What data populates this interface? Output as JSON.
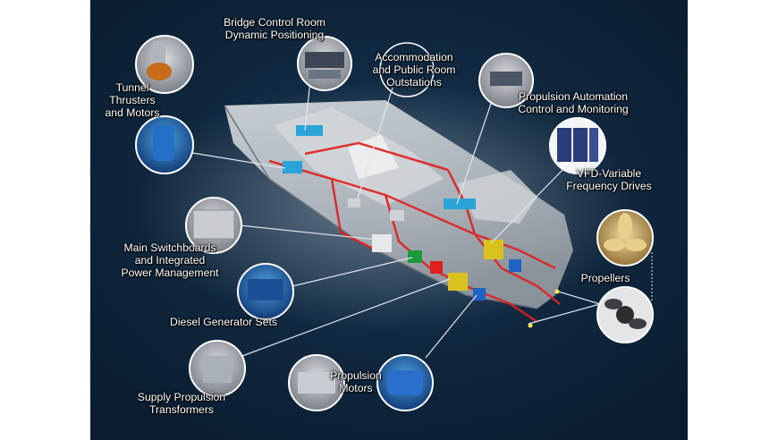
{
  "labels": {
    "tunnel_thrusters": "Tunnel\nThrusters\nand Motors",
    "bridge": "Bridge Control Room\nDynamic Positioning",
    "accommodation": "Accommodation\nand Public Room\nOutstations",
    "propulsion_automation": "Propulsion Automation\nControl and Monitoring",
    "vfd": "VFD-Variable\nFrequency Drives",
    "main_switchboards": "Main Switchboards\nand Integrated\nPower Management",
    "propellers": "Propellers",
    "diesel_generators": "Diesel Generator Sets",
    "supply_transformers": "Supply Propulsion\nTransformers",
    "propulsion_motors": "Propulsion\nMotors"
  },
  "colors": {
    "background": "#0d2236",
    "power_line": "#e02020",
    "leader_line": "#dfe6ee",
    "hull": "#c7cbd0",
    "generator": "#1a9a3a",
    "transformer": "#d9c21e",
    "motor": "#1f63c6",
    "cabinet": "#2aa4d8"
  },
  "icons": {
    "tunnel_thruster_photo": "thruster-propeller-photo",
    "thruster_motor_photo": "blue-motor-photo",
    "bridge_photo": "control-room-photo",
    "accommodation_photo": "empty-callout-circle",
    "automation_photo": "control-console-photo",
    "vfd_photo": "drive-cabinet-photo",
    "switchboard_photo": "switchboard-panel-photo",
    "diesel_photo": "generator-photo",
    "transformer_photo": "transformer-photo",
    "propulsion_motor_photo_1": "motor-assembly-photo",
    "propulsion_motor_photo_2": "blue-motor-photo",
    "propeller_photo_1": "bronze-propeller-photo",
    "propeller_photo_2": "propeller-hub-photo"
  }
}
